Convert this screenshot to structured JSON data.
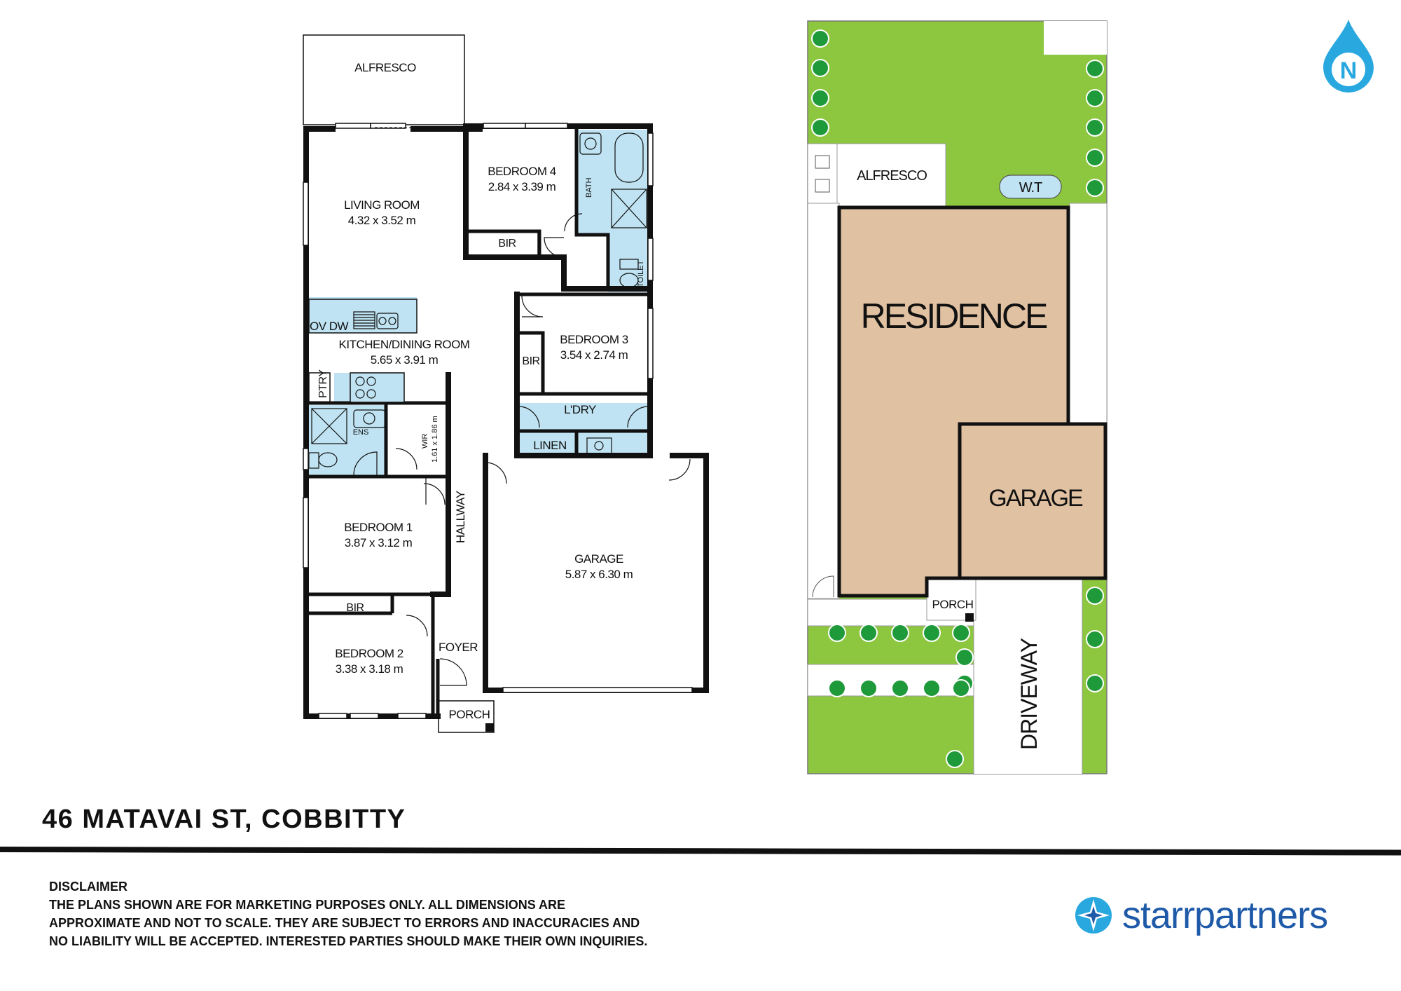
{
  "floor_plan": {
    "rooms": [
      {
        "name": "ALFRESCO",
        "dims": ""
      },
      {
        "name": "LIVING ROOM",
        "dims": "4.32 x 3.52 m"
      },
      {
        "name": "BEDROOM 4",
        "dims": "2.84 x 3.39 m"
      },
      {
        "name": "KITCHEN/DINING ROOM",
        "dims": "5.65 x 3.91 m"
      },
      {
        "name": "BEDROOM 3",
        "dims": "3.54 x 2.74 m"
      },
      {
        "name": "BEDROOM 1",
        "dims": "3.87 x 3.12 m"
      },
      {
        "name": "BEDROOM 2",
        "dims": "3.38 x 3.18 m"
      },
      {
        "name": "GARAGE",
        "dims": "5.87 x 6.30 m"
      }
    ],
    "labels": {
      "bath": "BATH",
      "bir_bed4": "BIR",
      "toilet": "TOILET",
      "ov_dw": "OV DW",
      "bir_bed3": "BIR",
      "ptry": "PTRY",
      "ldry": "L'DRY",
      "ens": "ENS",
      "wir": "WIR",
      "wir_dims": "1.61 x 1.86 m",
      "linen": "LINEN",
      "hallway": "HALLWAY",
      "bir_bed2": "BIR",
      "foyer": "FOYER",
      "porch": "PORCH"
    }
  },
  "site_plan": {
    "alfresco": "ALFRESCO",
    "wt": "W.T",
    "residence": "RESIDENCE",
    "garage": "GARAGE",
    "porch": "PORCH",
    "driveway": "DRIVEWAY",
    "colors": {
      "lawn": "#8dc63f",
      "building": "#e0c2a2",
      "shrub": "#1f9a3a"
    }
  },
  "north": "N",
  "address": "46 MATAVAI ST, COBBITTY",
  "disclaimer": {
    "heading": "DISCLAIMER",
    "lines": [
      "THE PLANS SHOWN ARE FOR MARKETING PURPOSES ONLY. ALL DIMENSIONS ARE",
      "APPROXIMATE AND NOT TO SCALE. THEY ARE SUBJECT TO ERRORS AND INACCURACIES AND",
      "NO LIABILITY WILL BE ACCEPTED. INTERESTED PARTIES SHOULD MAKE THEIR OWN INQUIRIES."
    ]
  },
  "brand": {
    "name": "starrpartners",
    "color": "#1e5aa8",
    "accent": "#29a8e0"
  }
}
